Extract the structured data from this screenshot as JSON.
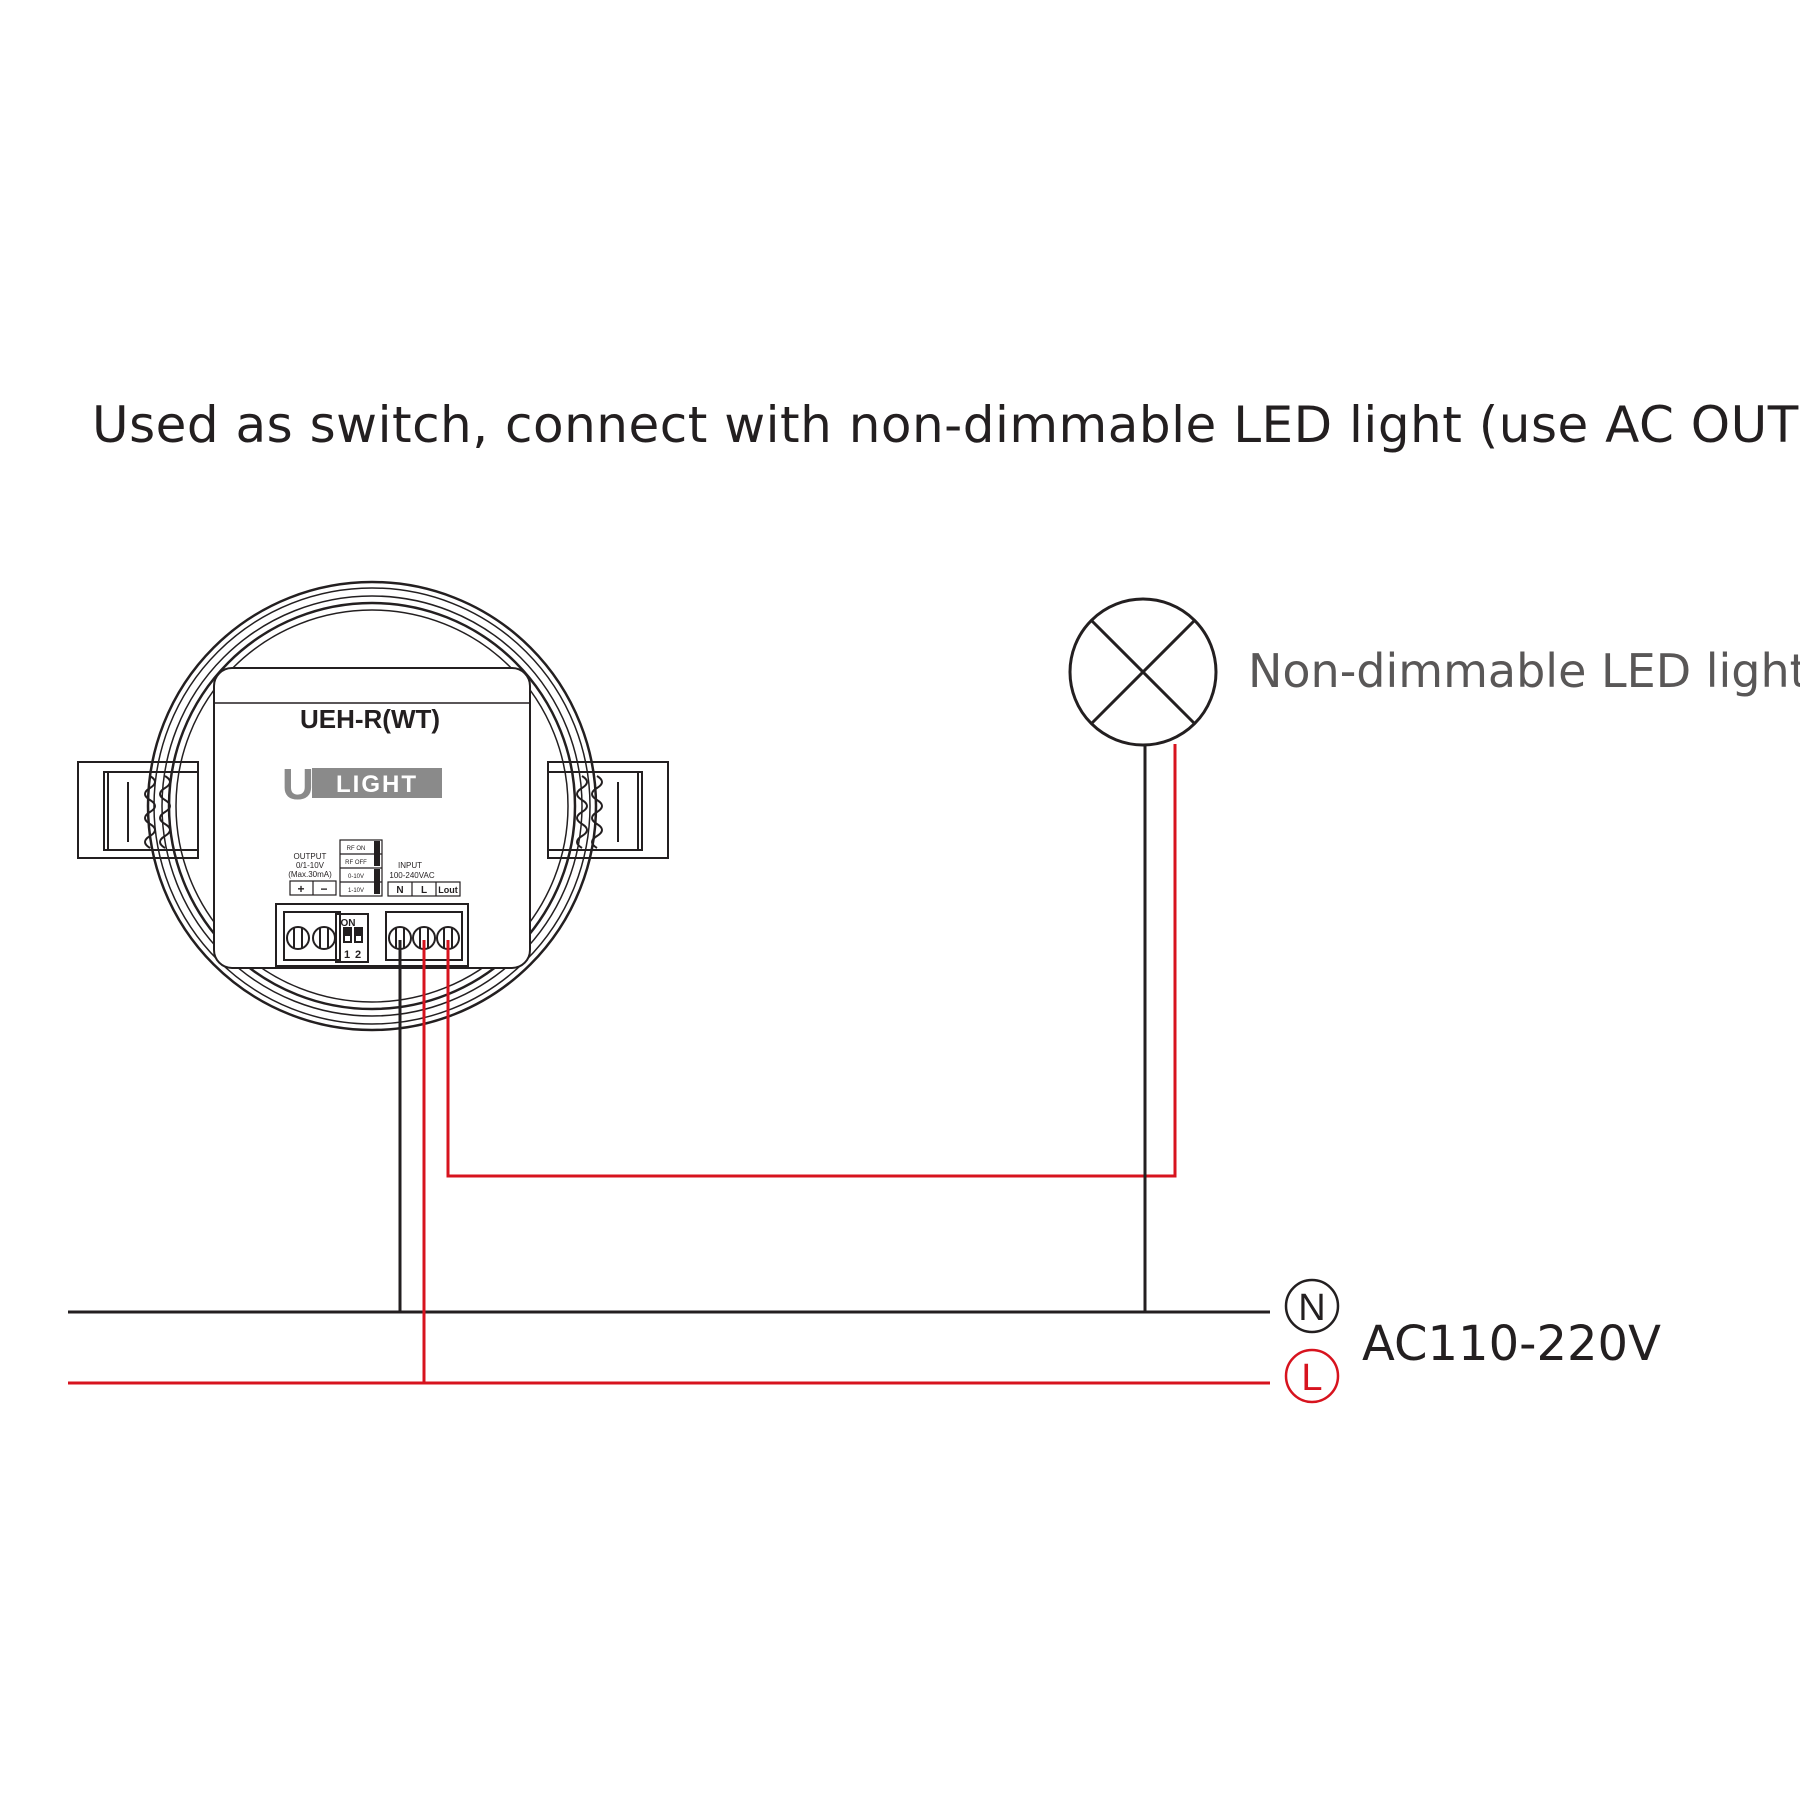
{
  "caption": "Used as switch, connect with non-dimmable LED light (use AC OUT).",
  "device": {
    "model": "UEH-R(WT)",
    "brand": "ULIGHT",
    "output_label": "OUTPUT",
    "output_range": "0/1-10V",
    "output_max": "(Max.30mA)",
    "output_terminals": [
      "+",
      "−"
    ],
    "dip_labels": [
      "RF ON",
      "RF OFF",
      "0-10V",
      "1-10V"
    ],
    "dip_on": "ON",
    "dip_numbers": [
      "1",
      "2"
    ],
    "input_label": "INPUT",
    "input_range": "100-240VAC",
    "input_terminals": [
      "N",
      "L",
      "Lout"
    ]
  },
  "lamp": {
    "label": "Non-dimmable LED light"
  },
  "power": {
    "neutral_symbol": "N",
    "live_symbol": "L",
    "voltage": "AC110-220V"
  },
  "colors": {
    "wire_live": "#d7131e",
    "wire_neutral": "#231f20",
    "line": "#231f20",
    "logo_gray": "#8a8a8a"
  }
}
